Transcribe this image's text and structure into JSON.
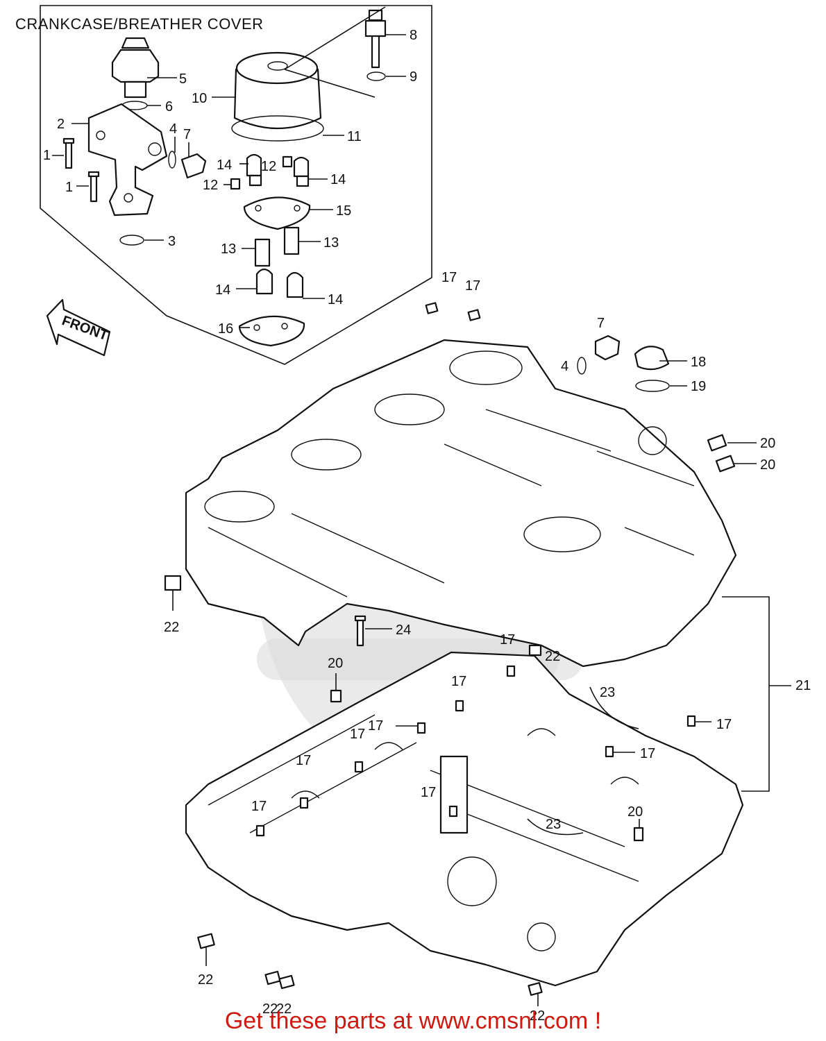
{
  "title": "CRANKCASE/BREATHER COVER",
  "footer": "Get these parts at www.cmsnl.com !",
  "front_label": "FRONT",
  "callouts": {
    "p1a": "1",
    "p1b": "1",
    "p2": "2",
    "p3": "3",
    "p4a": "4",
    "p4b": "4",
    "p5": "5",
    "p6": "6",
    "p7a": "7",
    "p7b": "7",
    "p8": "8",
    "p9": "9",
    "p10": "10",
    "p11": "11",
    "p12a": "12",
    "p12b": "12",
    "p13a": "13",
    "p13b": "13",
    "p14a": "14",
    "p14b": "14",
    "p14c": "14",
    "p14d": "14",
    "p15": "15",
    "p16": "16",
    "p17a": "17",
    "p17b": "17",
    "p17c": "17",
    "p17d": "17",
    "p17e": "17",
    "p17f": "17",
    "p17g": "17",
    "p17h": "17",
    "p17i": "17",
    "p17j": "17",
    "p17k": "17",
    "p18": "18",
    "p19": "19",
    "p20a": "20",
    "p20b": "20",
    "p20c": "20",
    "p20d": "20",
    "p21": "21",
    "p22a": "22",
    "p22b": "22",
    "p22c": "22",
    "p22d": "22",
    "p22e": "22",
    "p22f": "22",
    "p23a": "23",
    "p23b": "23",
    "p24": "24"
  }
}
